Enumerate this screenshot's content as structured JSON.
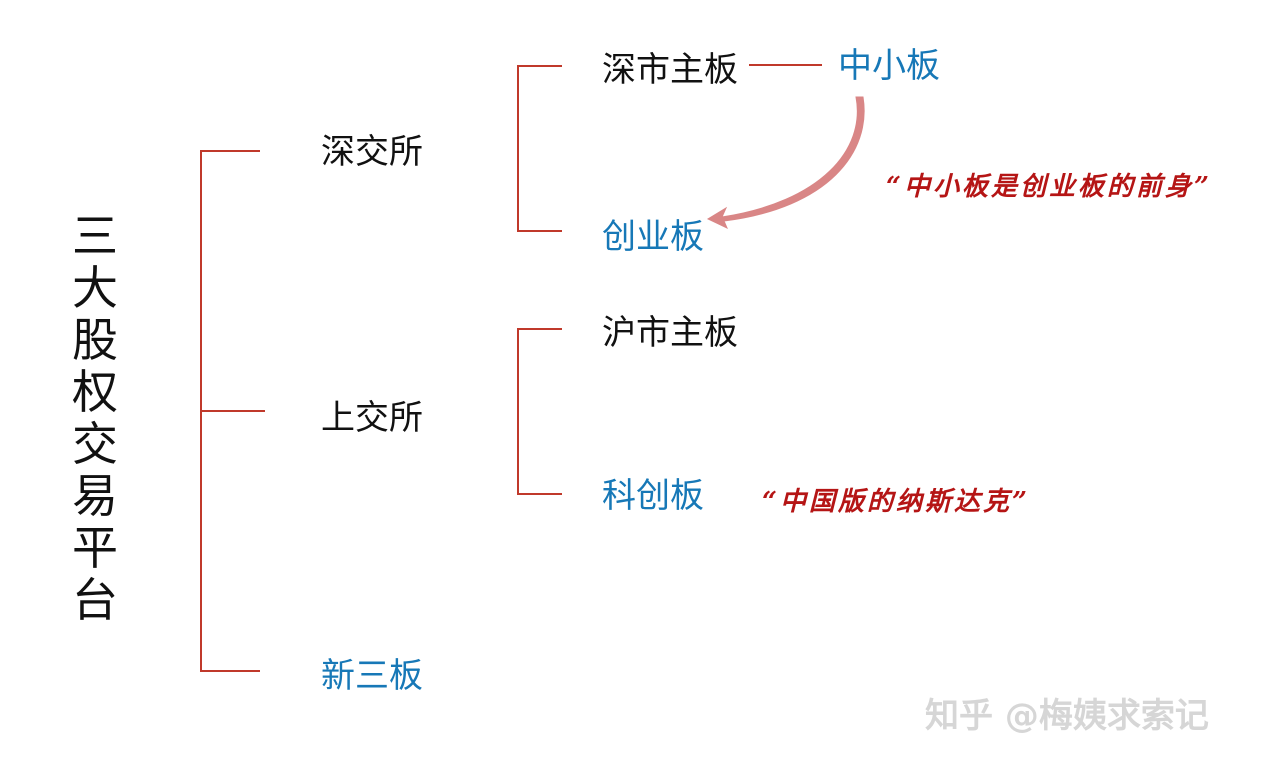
{
  "title_chars": [
    "三",
    "大",
    "股",
    "权",
    "交",
    "易",
    "平",
    "台"
  ],
  "level1": {
    "shenzhen": "深交所",
    "shanghai": "上交所",
    "neeq": "新三板"
  },
  "level2": {
    "sz_main": "深市主板",
    "chinext": "创业板",
    "sh_main": "沪市主板",
    "star": "科创板",
    "sme": "中小板"
  },
  "notes": {
    "sme_chinext": "“中小板是创业板的前身”",
    "star_nasdaq": "“中国版的纳斯达克”"
  },
  "watermark": "知乎 @梅姨求索记",
  "colors": {
    "bracket": "#c0392b",
    "arrow": "#d98686",
    "blue_text": "#1778b7",
    "note_text": "#b51515"
  }
}
